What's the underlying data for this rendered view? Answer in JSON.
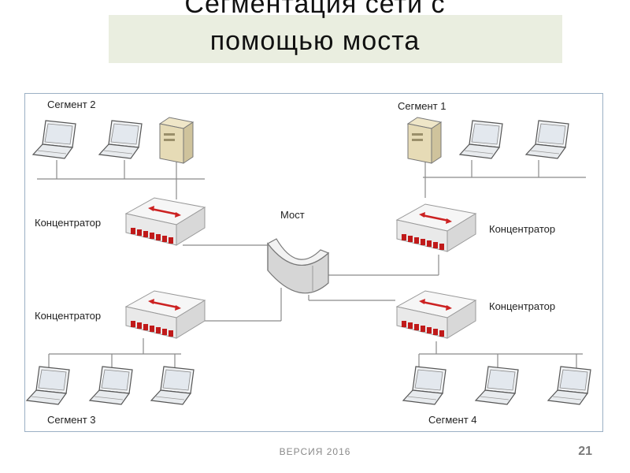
{
  "slide": {
    "title_line1": "Сегментация сети с",
    "title_line2": "помощью моста",
    "footer": "ВЕРСИЯ 2016",
    "page_number": "21"
  },
  "diagram": {
    "segment1": "Сегмент 1",
    "segment2": "Сегмент 2",
    "segment3": "Сегмент 3",
    "segment4": "Сегмент 4",
    "hub_label": "Концентратор",
    "bridge_label": "Мост"
  },
  "colors": {
    "title_bg": "#eaeee0",
    "frame": "#9bb0c4",
    "arrow": "#cc2222",
    "line": "#8a8a8a"
  }
}
